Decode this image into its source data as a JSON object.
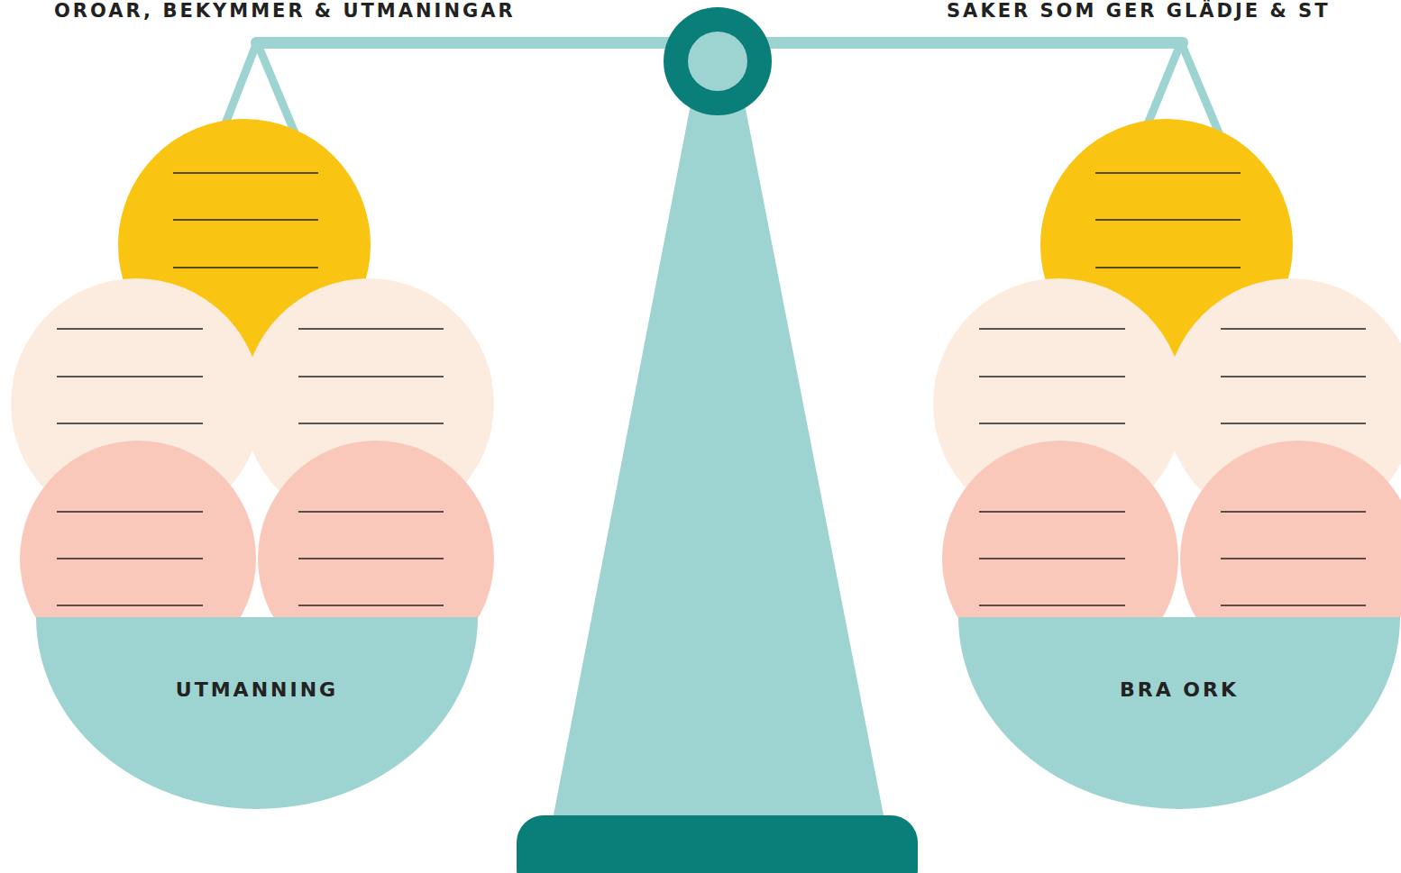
{
  "diagram": {
    "nodes": [
      {
        "text": [
          "UTMANNING"
        ]
      },
      {
        "text": [
          "BRA ORK"
        ]
      }
    ],
    "labels": [
      "OROAR, BEKYMMER & UTMANINGAR",
      "SAKER SOM GER GLÄDJE & ST"
    ]
  }
}
